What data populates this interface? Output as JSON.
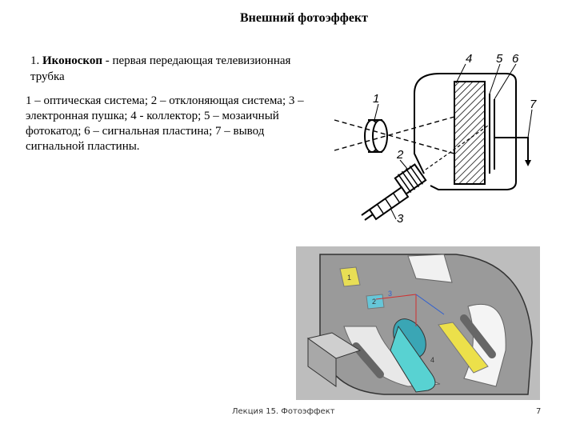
{
  "slide": {
    "title": "Внешний фотоэффект",
    "intro_number": "1. ",
    "intro_term": "Иконоскоп",
    "intro_rest": " - первая передающая телевизионная трубка",
    "legend": "1 – оптическая система; 2 – отклоняющая система; 3 – электронная пушка; 4 - коллектор; 5 – мозаичный фотокатод; 6 – сигнальная пластина; 7 – вывод сигнальной пластины.",
    "footer": "Лекция 15. Фотоэффект",
    "page_number": "7"
  },
  "top_diagram": {
    "labels": [
      "1",
      "2",
      "3",
      "4",
      "5",
      "6",
      "7"
    ]
  },
  "bottom_diagram": {
    "labels": [
      "1",
      "2",
      "3",
      "4"
    ]
  }
}
